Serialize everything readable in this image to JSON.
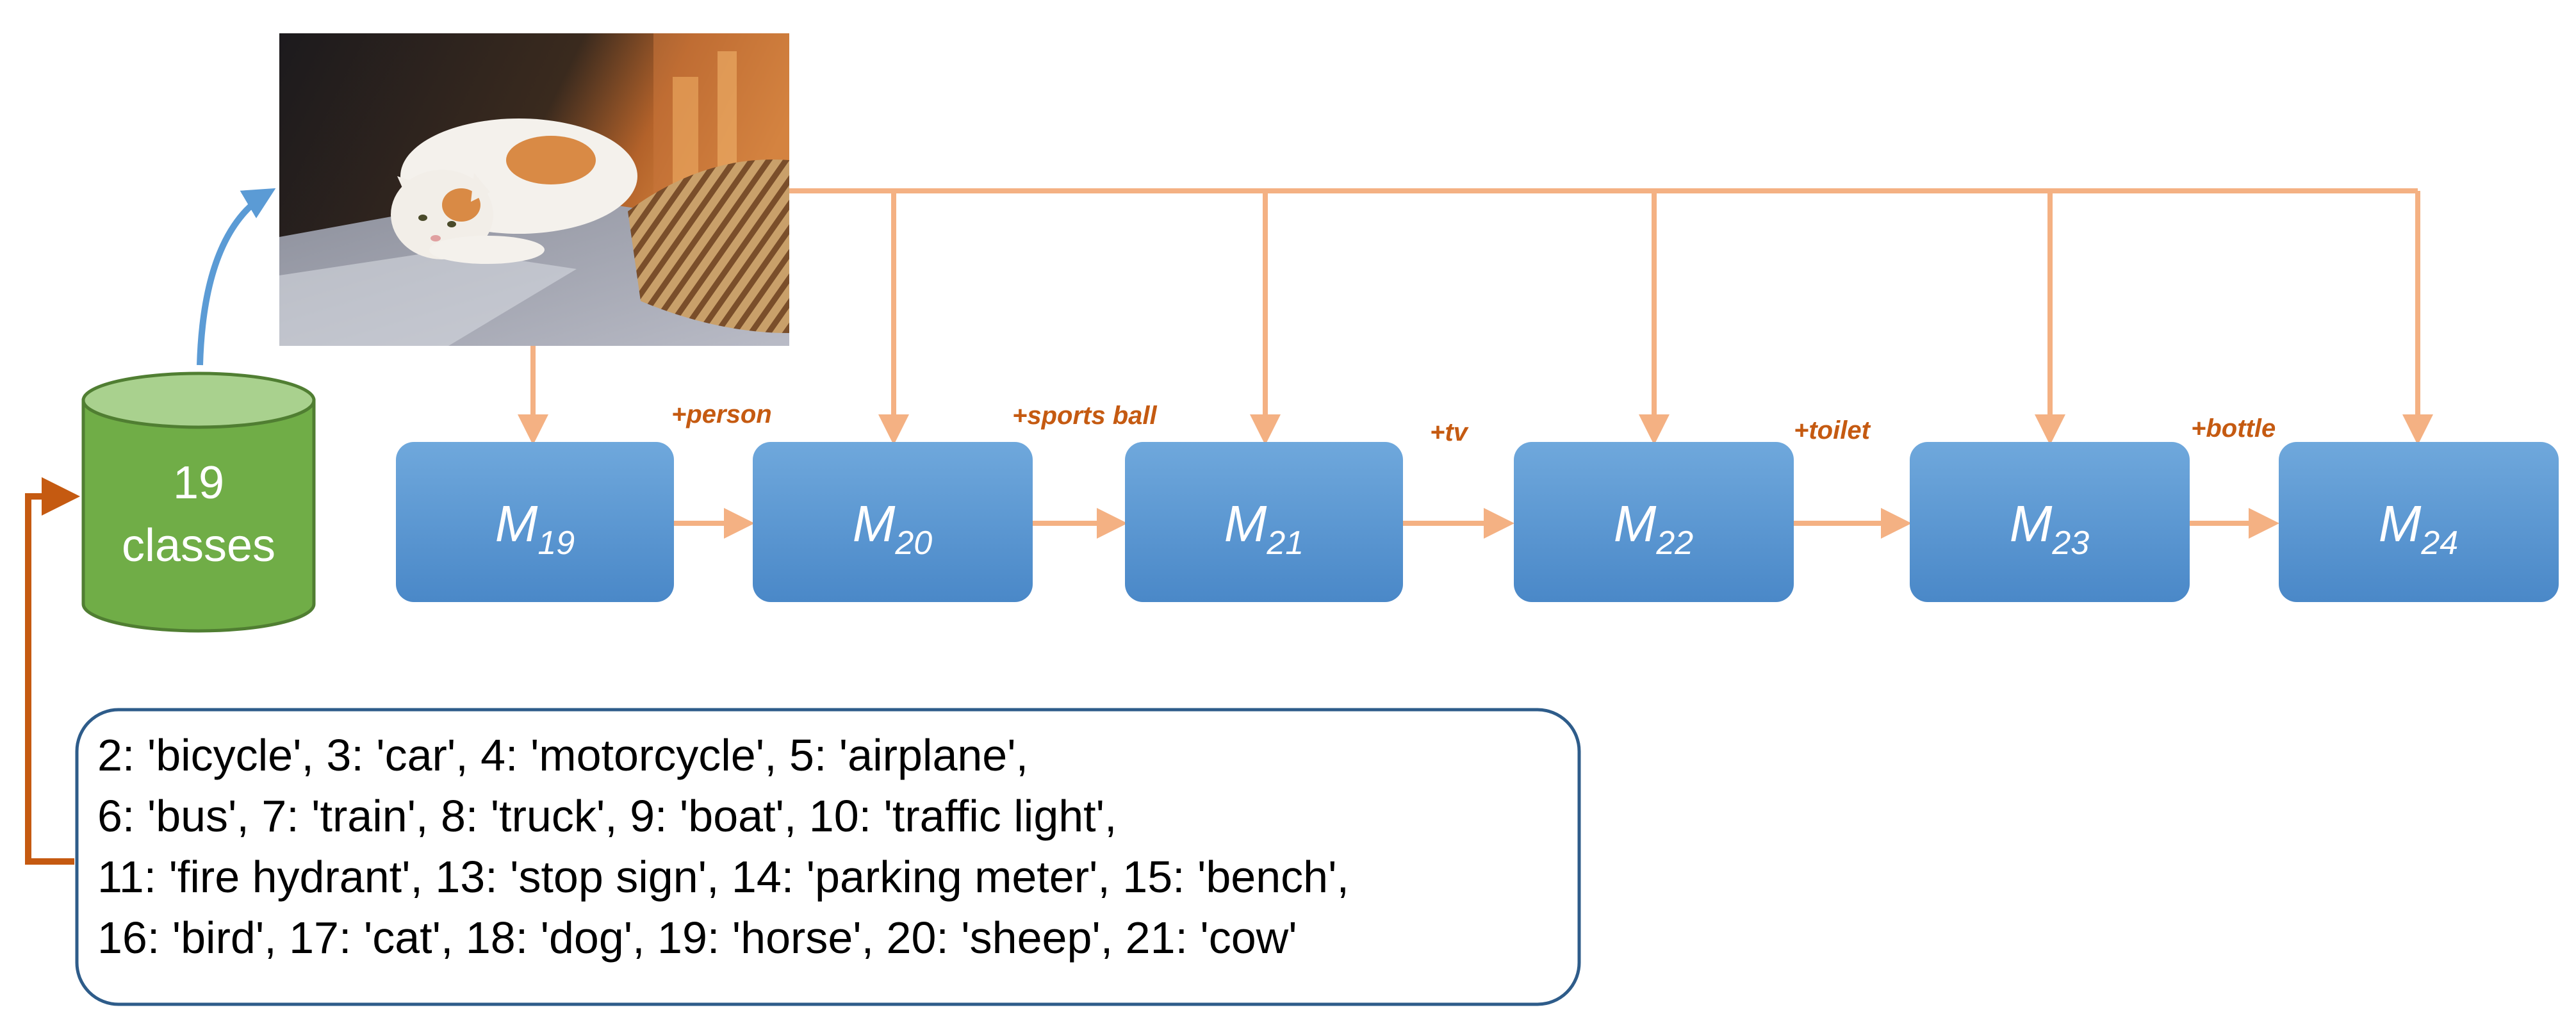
{
  "database": {
    "label_lines": [
      "19",
      "classes"
    ]
  },
  "models": [
    {
      "base": "M",
      "sub": "19"
    },
    {
      "base": "M",
      "sub": "20"
    },
    {
      "base": "M",
      "sub": "21"
    },
    {
      "base": "M",
      "sub": "22"
    },
    {
      "base": "M",
      "sub": "23"
    },
    {
      "base": "M",
      "sub": "24"
    }
  ],
  "added_classes": [
    "+person",
    "+sports ball",
    "+tv",
    "+toilet",
    "+bottle"
  ],
  "class_list": {
    "lines": [
      "2: 'bicycle', 3: 'car', 4: 'motorcycle', 5: 'airplane',",
      "6: 'bus', 7: 'train', 8: 'truck', 9: 'boat', 10: 'traffic light',",
      "11: 'fire hydrant', 13: 'stop sign', 14: 'parking meter', 15: 'bench',",
      "16: 'bird', 17: 'cat', 18: 'dog', 19: 'horse', 20: 'sheep', 21: 'cow'"
    ]
  },
  "colors": {
    "model_box": "#5b9bd5",
    "flow_arrow": "#f4b183",
    "db_body": "#70ad47",
    "db_top": "#a9d18e",
    "db_outline": "#507e32",
    "list_link": "#c55a11",
    "list_border": "#2e5c8a",
    "image_arrow": "#5b9bd5",
    "added_text": "#c55a11"
  },
  "image": {
    "subject": "cat lying on a bed"
  }
}
